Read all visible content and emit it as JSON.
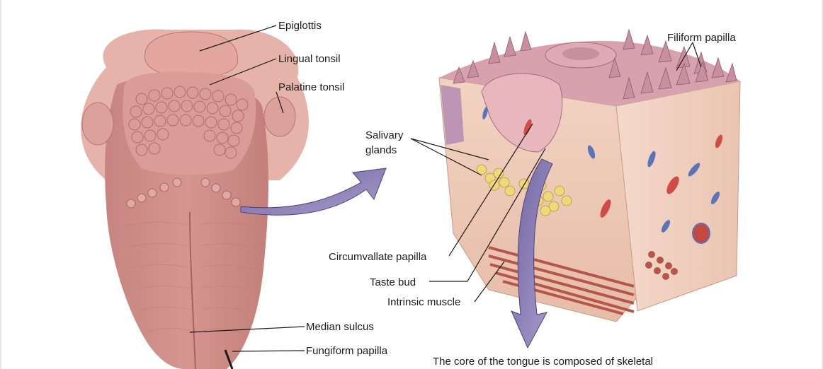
{
  "labels": {
    "epiglottis": "Epiglottis",
    "lingual_tonsil": "Lingual tonsil",
    "palatine_tonsil": "Palatine tonsil",
    "filiform_papilla": "Filiform papilla",
    "salivary_glands_line1": "Salivary",
    "salivary_glands_line2": "glands",
    "circumvallate_papilla": "Circumvallate papilla",
    "taste_bud": "Taste bud",
    "intrinsic_muscle": "Intrinsic muscle",
    "median_sulcus": "Median sulcus",
    "fungiform_papilla": "Fungiform papilla"
  },
  "caption": "The core of the tongue is composed of skeletal",
  "colors": {
    "tongue": "#cf8c86",
    "tongue_dark": "#b8706d",
    "tonsil": "#d89893",
    "tissue": "#efc9b6",
    "papilla": "#c98fa0",
    "gland": "#efd87a",
    "muscle": "#b5564a",
    "arrow": "#8c7fb6"
  }
}
